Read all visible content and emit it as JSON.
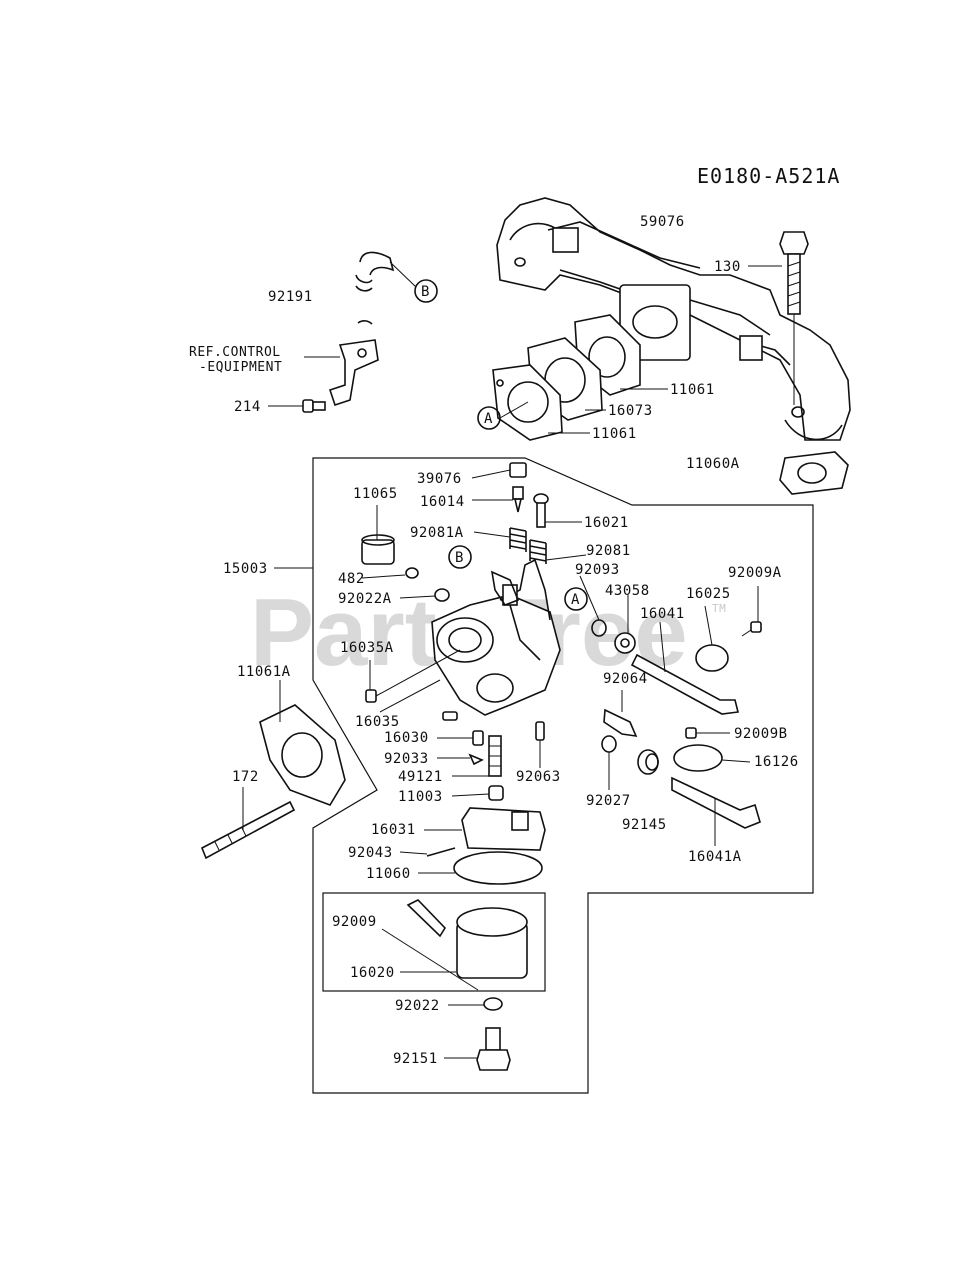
{
  "diagram_code": "E0180-A521A",
  "watermark": "PartsTree",
  "watermark_tm": "TM",
  "ref_note": {
    "line1": "REF.CONTROL",
    "line2": "-EQUIPMENT"
  },
  "callout_letters": {
    "a": "A",
    "b": "B"
  },
  "parts": {
    "p59076": "59076",
    "p130": "130",
    "p92191": "92191",
    "p214": "214",
    "p11061_upper": "11061",
    "p16073": "16073",
    "p11061_lower": "11061",
    "p11060A": "11060A",
    "p39076": "39076",
    "p16014": "16014",
    "p11065": "11065",
    "p16021": "16021",
    "p92081A": "92081A",
    "p92081": "92081",
    "p15003": "15003",
    "p92093": "92093",
    "p482": "482",
    "p43058": "43058",
    "p92009A": "92009A",
    "p16025": "16025",
    "p92022A": "92022A",
    "p16041": "16041",
    "p16035A": "16035A",
    "p11061A": "11061A",
    "p92064": "92064",
    "p16035": "16035",
    "p16030": "16030",
    "p92009B": "92009B",
    "p92033": "92033",
    "p16126": "16126",
    "p172": "172",
    "p49121": "49121",
    "p92063": "92063",
    "p92027": "92027",
    "p11003": "11003",
    "p16031": "16031",
    "p92145": "92145",
    "p16041A": "16041A",
    "p92043": "92043",
    "p11060": "11060",
    "p92009": "92009",
    "p16020": "16020",
    "p92022": "92022",
    "p92151": "92151"
  }
}
